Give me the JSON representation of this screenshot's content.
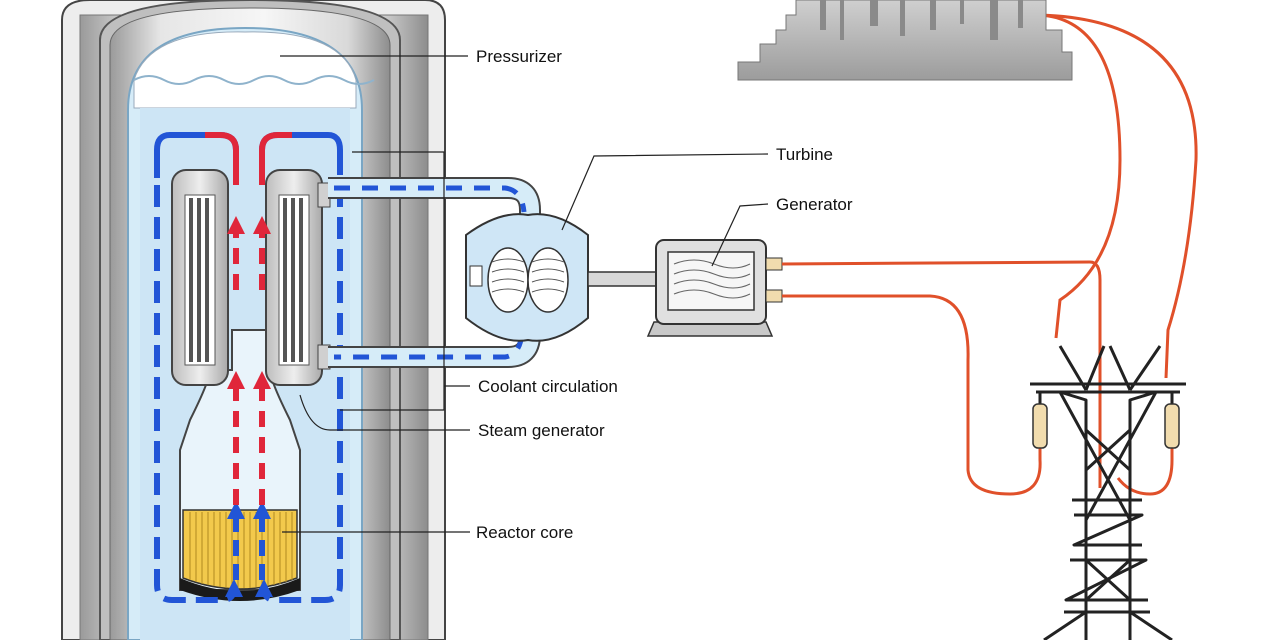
{
  "labels": {
    "pressurizer": "Pressurizer",
    "turbine": "Turbine",
    "generator": "Generator",
    "coolant_circulation": "Coolant circulation",
    "steam_generator": "Steam generator",
    "reactor_core": "Reactor core"
  },
  "colors": {
    "hot_flow": "#e0263a",
    "cold_flow": "#2255d6",
    "water": "#cfe6f6",
    "steam_water": "#e6f3fb",
    "core": "#f2c94c",
    "power_line": "#e0502a",
    "vessel": "#c8c8c8",
    "city": "#a9a9a9"
  }
}
